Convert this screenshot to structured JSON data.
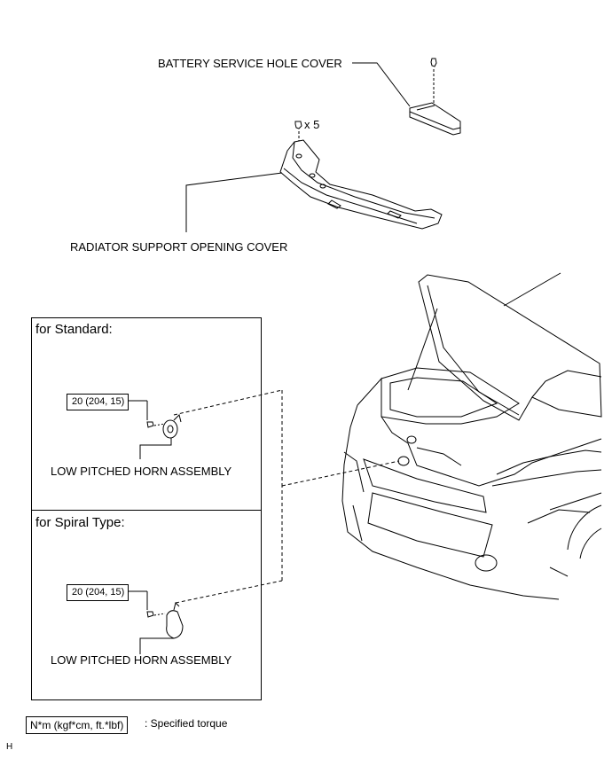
{
  "labels": {
    "battery_cover": "BATTERY SERVICE HOLE COVER",
    "clip_count": "x 5",
    "radiator_cover": "RADIATOR SUPPORT OPENING COVER"
  },
  "panels": [
    {
      "title": "for Standard:",
      "torque": "20 (204, 15)",
      "part": "LOW PITCHED HORN ASSEMBLY"
    },
    {
      "title": "for Spiral Type:",
      "torque": "20 (204, 15)",
      "part": "LOW PITCHED HORN ASSEMBLY"
    }
  ],
  "legend": {
    "box_text": "N*m (kgf*cm, ft.*lbf)",
    "description": ": Specified torque"
  },
  "footer_code": "H"
}
